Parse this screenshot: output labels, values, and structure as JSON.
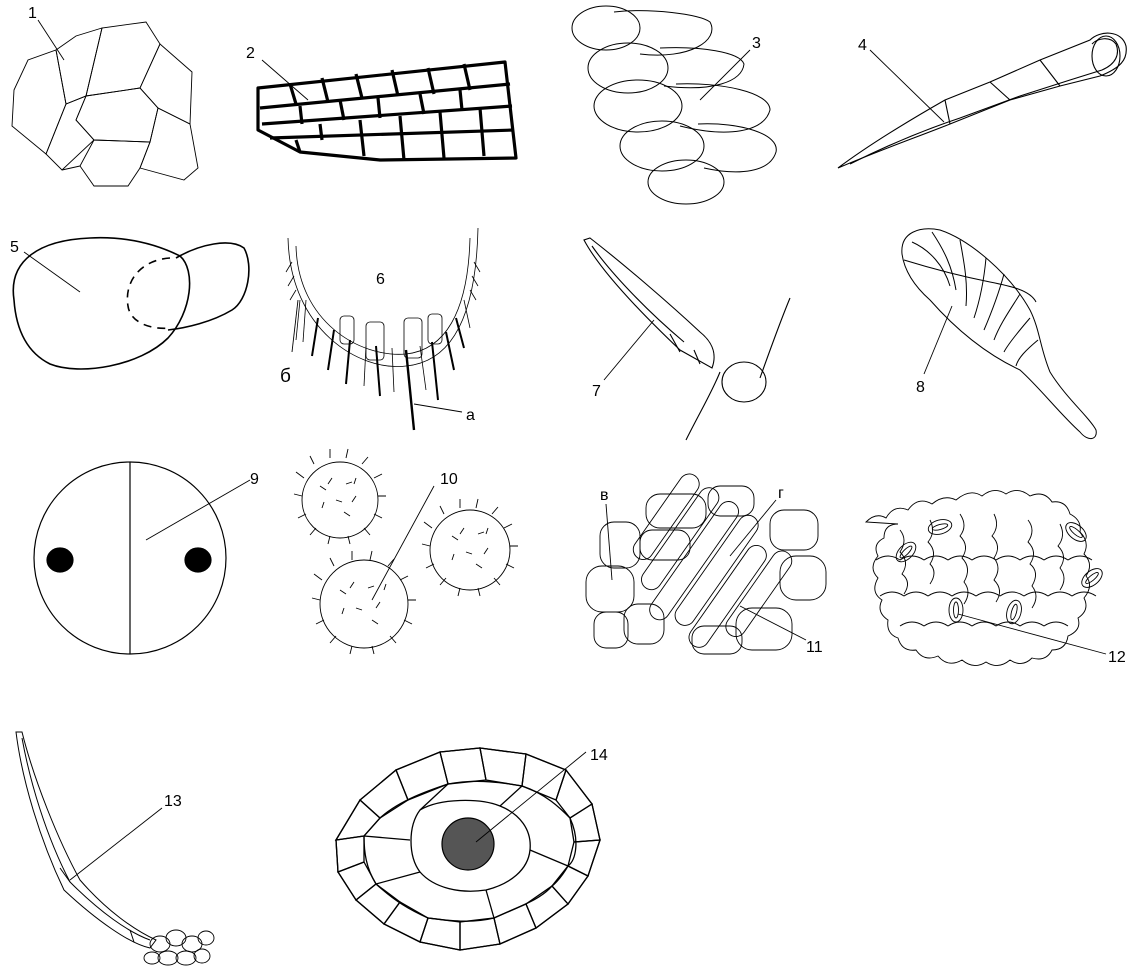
{
  "figure": {
    "background_color": "#ffffff",
    "line_color": "#000000",
    "accent_fill": "#555555",
    "labels": {
      "p1": "1",
      "p2": "2",
      "p3": "3",
      "p4": "4",
      "p5": "5",
      "p6": "6",
      "p6a": "а",
      "p6b": "б",
      "p7": "7",
      "p8": "8",
      "p9": "9",
      "p10": "10",
      "p11": "11",
      "p11v": "в",
      "p11g": "г",
      "p12": "12",
      "p13": "13",
      "p14": "14"
    }
  }
}
